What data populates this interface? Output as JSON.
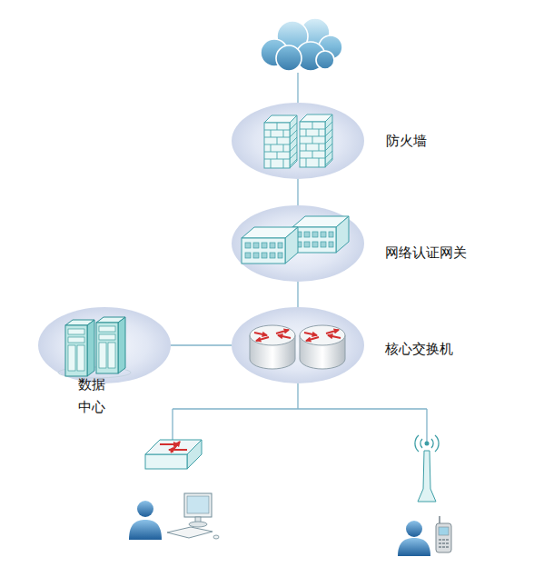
{
  "diagram": {
    "nodes": [
      {
        "text": [
          "防火墙"
        ]
      },
      {
        "text": [
          "网络认证网关"
        ]
      },
      {
        "text": [
          "核心交换机"
        ]
      },
      {
        "text": [
          "数据 中心"
        ]
      }
    ],
    "edges": [
      {
        "from": 0,
        "to": 1,
        "arrow": "none"
      },
      {
        "from": 1,
        "to": 2,
        "arrow": "none"
      },
      {
        "from": 3,
        "to": 2,
        "arrow": "none"
      }
    ]
  }
}
